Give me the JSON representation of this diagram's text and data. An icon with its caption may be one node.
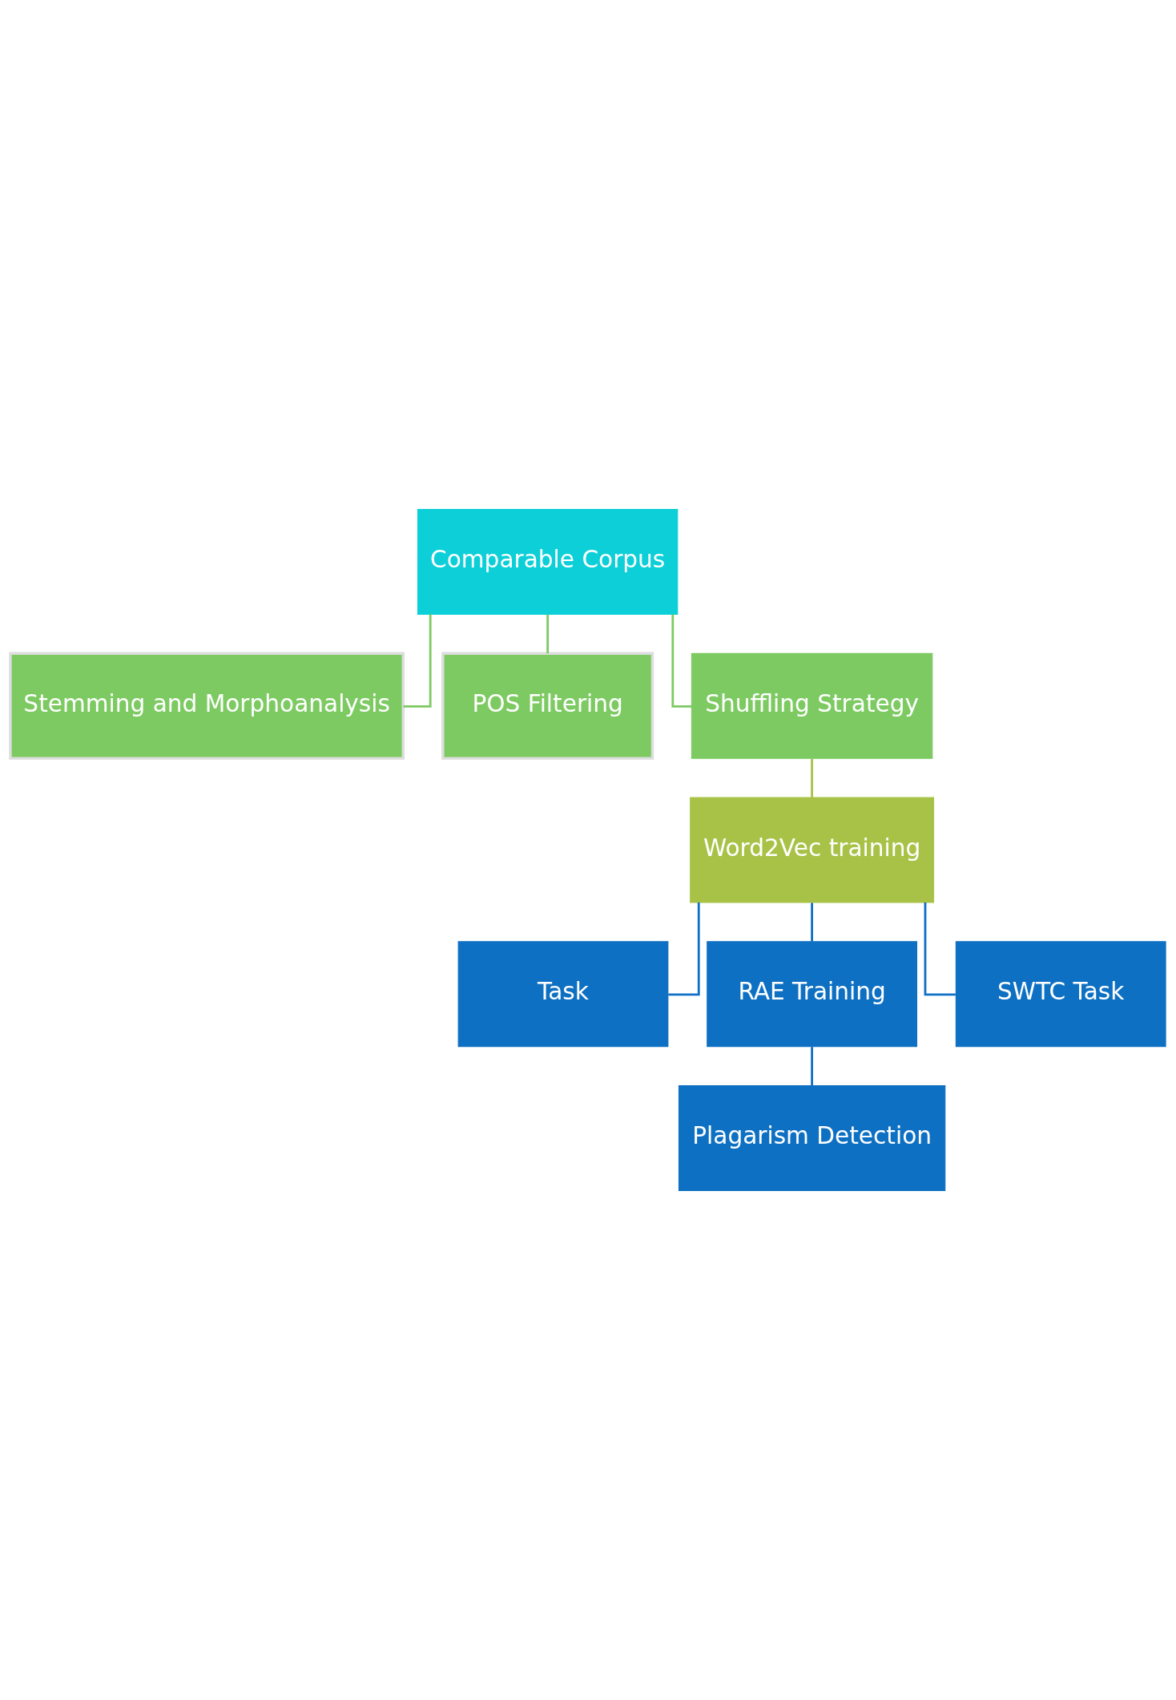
{
  "diagram": {
    "nodes": [
      {
        "text": [
          "Comparable Corpus"
        ]
      },
      {
        "text": [
          "Stemming and Morphoanalysis"
        ]
      },
      {
        "text": [
          "POS Filtering"
        ]
      },
      {
        "text": [
          "Shuffling Strategy"
        ]
      },
      {
        "text": [
          "Word2Vec training"
        ]
      },
      {
        "text": [
          "Task"
        ]
      },
      {
        "text": [
          "RAE Training"
        ]
      },
      {
        "text": [
          "SWTC Task"
        ]
      },
      {
        "text": [
          "Plagarism Detection"
        ]
      }
    ],
    "edges": [
      {
        "from": 0,
        "to": 1,
        "arrow": "none",
        "color": "#7dca62"
      },
      {
        "from": 0,
        "to": 2,
        "arrow": "none",
        "color": "#7dca62"
      },
      {
        "from": 0,
        "to": 3,
        "arrow": "none",
        "color": "#7dca62"
      },
      {
        "from": 3,
        "to": 4,
        "arrow": "none",
        "color": "#a8c248"
      },
      {
        "from": 4,
        "to": 5,
        "arrow": "none"
      },
      {
        "from": 4,
        "to": 6,
        "arrow": "none"
      },
      {
        "from": 4,
        "to": 7,
        "arrow": "none"
      },
      {
        "from": 6,
        "to": 8,
        "arrow": "none"
      }
    ]
  }
}
